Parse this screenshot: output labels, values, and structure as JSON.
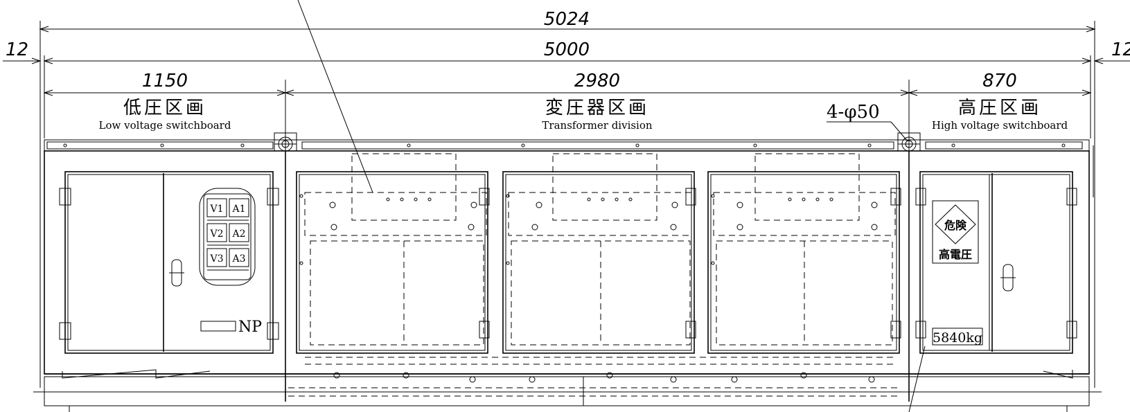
{
  "dimensions": {
    "overall_outer": "5024",
    "overall_inner": "5000",
    "left_margin": "12",
    "right_margin": "12",
    "low_voltage_width": "1150",
    "transformer_width": "2980",
    "high_voltage_width": "870"
  },
  "sections": {
    "low_voltage": {
      "title_jp": "低圧区画",
      "title_en": "Low voltage switchboard"
    },
    "transformer": {
      "title_jp": "変圧器区画",
      "title_en": "Transformer division"
    },
    "high_voltage": {
      "title_jp": "高圧区画",
      "title_en": "High voltage switchboard"
    }
  },
  "callouts": {
    "lifting_holes": "4-φ50",
    "weight": "5840kg"
  },
  "meters": [
    "V1",
    "A1",
    "V2",
    "A2",
    "V3",
    "A3"
  ],
  "nameplate": "NP",
  "warning_sign": {
    "top": "危険",
    "bottom": "高電圧"
  }
}
